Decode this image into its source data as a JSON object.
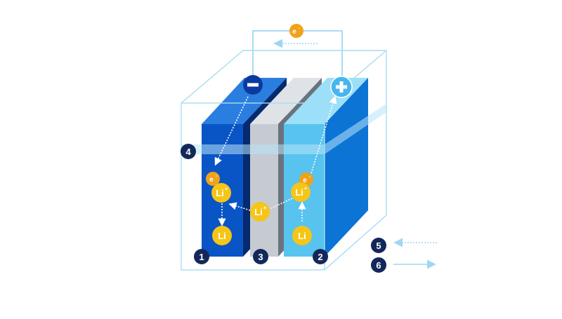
{
  "colors": {
    "cell_outline": "#a8dcf2",
    "anode_front": "#0a55c6",
    "anode_top": "#2a7ee0",
    "anode_side": "#062a6e",
    "separator_front": "#c5cbd1",
    "separator_top": "#dfe3e7",
    "separator_side": "#6a737d",
    "cathode_front": "#58c3ef",
    "cathode_top": "#9cdff8",
    "cathode_side": "#0b74d4",
    "electrolyte_band": "#b8e4f7",
    "lithium_ion": "#f5c518",
    "electron": "#f0a21a",
    "terminal_negative": "#0a3aa0",
    "terminal_positive": "#46b6ec",
    "badge": "#13285a",
    "arrow": "#9fd6f2"
  },
  "icons": {
    "negative_terminal": "minus-icon",
    "positive_terminal": "plus-icon"
  },
  "labels": {
    "electron": "e",
    "electron_sup": "-",
    "li_ion": "Li",
    "li_ion_sup": "+",
    "li_atom": "Li"
  },
  "badges": {
    "anode": "1",
    "cathode": "2",
    "separator": "3",
    "electrolyte": "4",
    "legend_discharge": "5",
    "legend_charge": "6"
  }
}
